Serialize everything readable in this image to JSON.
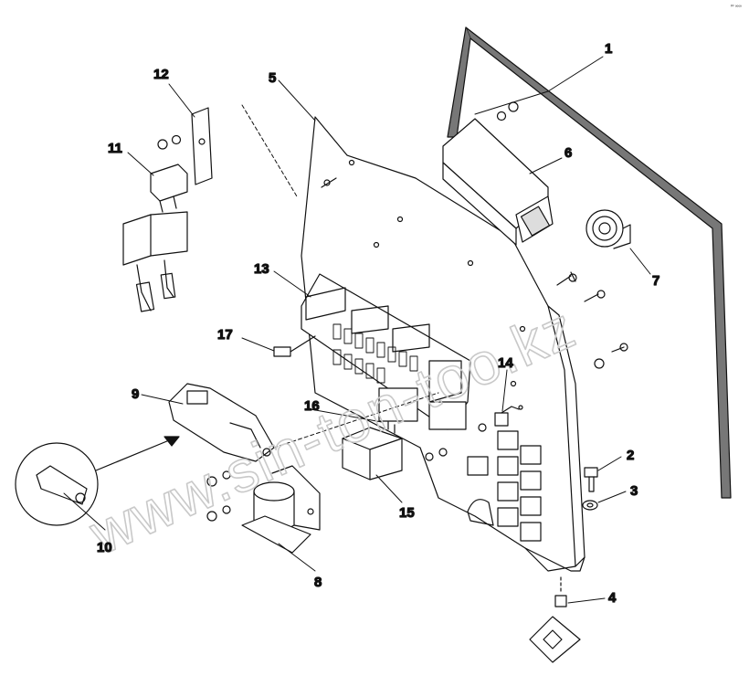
{
  "diagram": {
    "corner_mark": "ᵖᵖ ∞∞",
    "watermark": "www.sin-ton-too.kz",
    "callouts": [
      {
        "id": "1",
        "label": "1"
      },
      {
        "id": "2",
        "label": "2"
      },
      {
        "id": "3",
        "label": "3"
      },
      {
        "id": "4",
        "label": "4"
      },
      {
        "id": "5",
        "label": "5"
      },
      {
        "id": "6",
        "label": "6"
      },
      {
        "id": "7",
        "label": "7"
      },
      {
        "id": "8",
        "label": "8"
      },
      {
        "id": "9",
        "label": "9"
      },
      {
        "id": "10",
        "label": "10"
      },
      {
        "id": "11",
        "label": "11"
      },
      {
        "id": "12",
        "label": "12"
      },
      {
        "id": "13",
        "label": "13"
      },
      {
        "id": "14",
        "label": "14"
      },
      {
        "id": "15",
        "label": "15"
      },
      {
        "id": "16",
        "label": "16"
      },
      {
        "id": "17",
        "label": "17"
      }
    ],
    "colors": {
      "line": "#111111",
      "seal": "#555555",
      "watermark": "#c9c9c9",
      "paper": "#ffffff"
    }
  }
}
